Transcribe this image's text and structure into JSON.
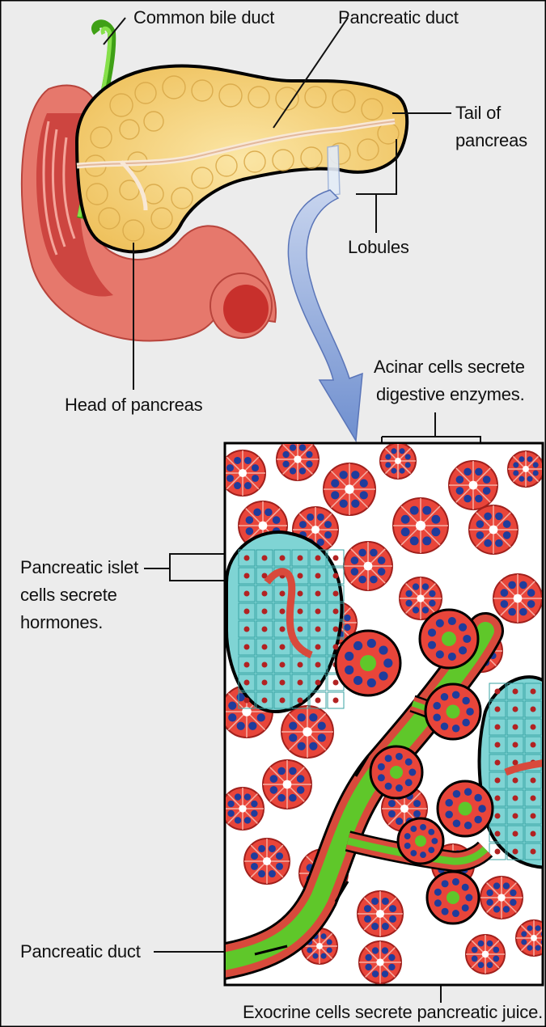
{
  "labels": {
    "common_bile_duct": "Common bile duct",
    "pancreatic_duct_top": "Pancreatic duct",
    "tail_line1": "Tail of",
    "tail_line2": "pancreas",
    "lobules": "Lobules",
    "head_of_pancreas": "Head of pancreas",
    "acinar_line1": "Acinar cells secrete",
    "acinar_line2": "digestive enzymes.",
    "islet_line1": "Pancreatic islet",
    "islet_line2": "cells secrete",
    "islet_line3": "hormones.",
    "pancreatic_duct_bottom": "Pancreatic duct",
    "exocrine": "Exocrine cells secrete pancreatic juice."
  },
  "colors": {
    "background": "#ececec",
    "pancreas": "#f5d27a",
    "duodenum": "#e8766a",
    "gallbladder_duct": "#5fc72a",
    "acinar": "#e8453a",
    "nucleus": "#1f3c9c",
    "islet": "#7fd4d4",
    "arrow": "#8aa6d6"
  }
}
